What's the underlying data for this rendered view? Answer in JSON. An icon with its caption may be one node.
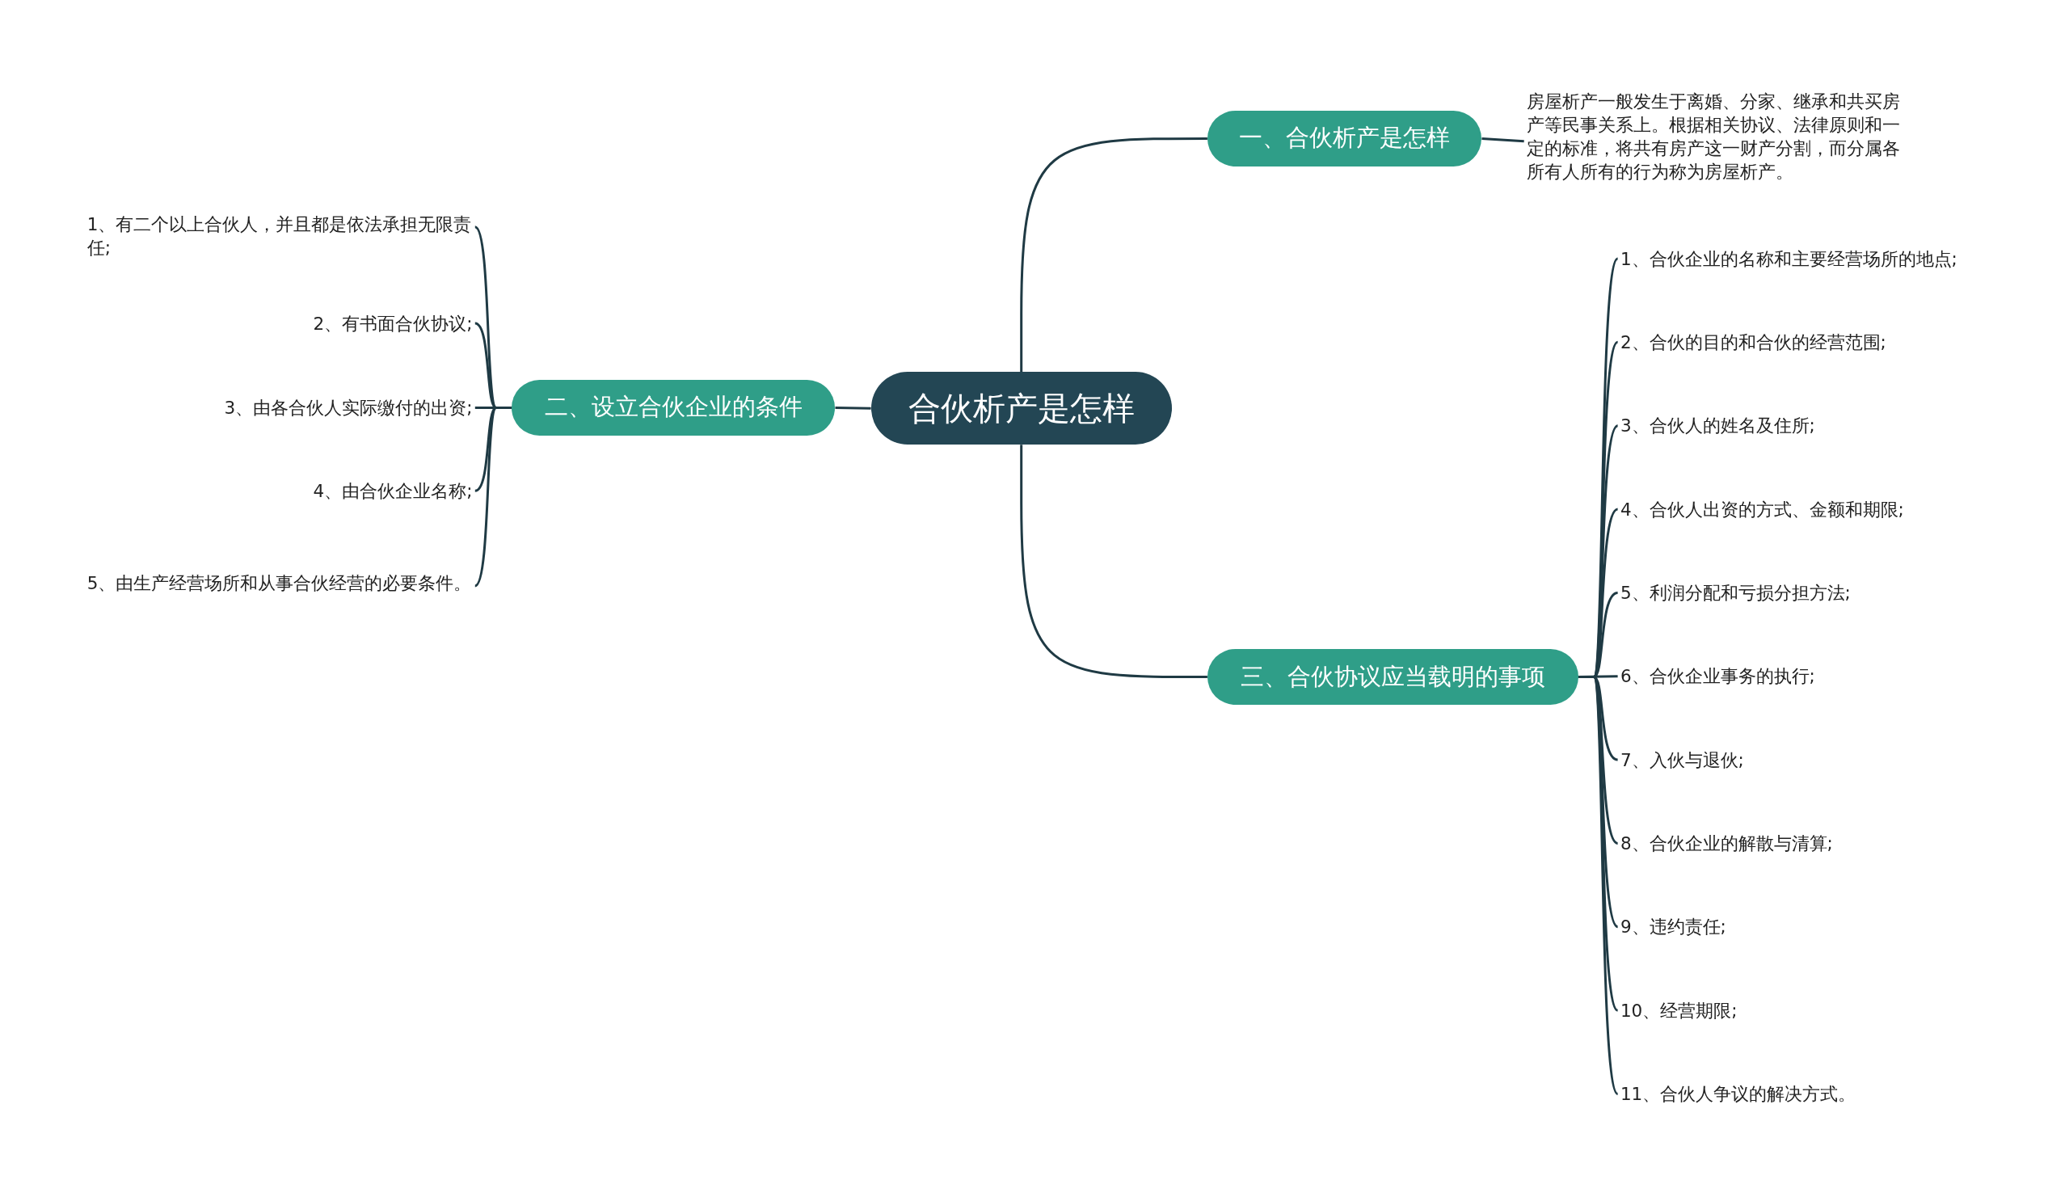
{
  "diagram": {
    "nodes": [
      {
        "text": [
          "合伙析产是怎样"
        ]
      },
      {
        "text": [
          "一、合伙析产是怎样"
        ]
      },
      {
        "text": [
          "房屋析产一般发生于离婚、分家、继承和共买房产等民事关系上。根据相关协议、法律原则和一定的标准，将共有房产这一财产分割，而分属各所有人所有的行为称为房屋析产。"
        ]
      },
      {
        "text": [
          "二、设立合伙企业的条件"
        ]
      },
      {
        "text": [
          "1、有二个以上合伙人，并且都是依法承担无限责任;"
        ]
      },
      {
        "text": [
          "2、有书面合伙协议;"
        ]
      },
      {
        "text": [
          "3、由各合伙人实际缴付的出资;"
        ]
      },
      {
        "text": [
          "4、由合伙企业名称;"
        ]
      },
      {
        "text": [
          "5、由生产经营场所和从事合伙经营的必要条件。"
        ]
      },
      {
        "text": [
          "三、合伙协议应当载明的事项"
        ]
      },
      {
        "text": [
          "1、合伙企业的名称和主要经营场所的地点;"
        ]
      },
      {
        "text": [
          "2、合伙的目的和合伙的经营范围;"
        ]
      },
      {
        "text": [
          "3、合伙人的姓名及住所;"
        ]
      },
      {
        "text": [
          "4、合伙人出资的方式、金额和期限;"
        ]
      },
      {
        "text": [
          "5、利润分配和亏损分担方法;"
        ]
      },
      {
        "text": [
          "6、合伙企业事务的执行;"
        ]
      },
      {
        "text": [
          "7、入伙与退伙;"
        ]
      },
      {
        "text": [
          "8、合伙企业的解散与清算;"
        ]
      },
      {
        "text": [
          "9、违约责任;"
        ]
      },
      {
        "text": [
          "10、经营期限;"
        ]
      },
      {
        "text": [
          "11、合伙人争议的解决方式。"
        ]
      }
    ],
    "edges": [
      {
        "from": 0,
        "to": 1,
        "arrow": "none"
      },
      {
        "from": 1,
        "to": 2,
        "arrow": "none"
      },
      {
        "from": 0,
        "to": 3,
        "arrow": "none"
      },
      {
        "from": 3,
        "to": 4,
        "arrow": "none"
      },
      {
        "from": 3,
        "to": 5,
        "arrow": "none"
      },
      {
        "from": 3,
        "to": 6,
        "arrow": "none"
      },
      {
        "from": 3,
        "to": 7,
        "arrow": "none"
      },
      {
        "from": 3,
        "to": 8,
        "arrow": "none"
      },
      {
        "from": 0,
        "to": 9,
        "arrow": "none"
      },
      {
        "from": 9,
        "to": 10,
        "arrow": "none"
      },
      {
        "from": 9,
        "to": 11,
        "arrow": "none"
      },
      {
        "from": 9,
        "to": 12,
        "arrow": "none"
      },
      {
        "from": 9,
        "to": 13,
        "arrow": "none"
      },
      {
        "from": 9,
        "to": 14,
        "arrow": "none"
      },
      {
        "from": 9,
        "to": 15,
        "arrow": "none"
      },
      {
        "from": 9,
        "to": 16,
        "arrow": "none"
      },
      {
        "from": 9,
        "to": 17,
        "arrow": "none"
      },
      {
        "from": 9,
        "to": 18,
        "arrow": "none"
      },
      {
        "from": 9,
        "to": 19,
        "arrow": "none"
      },
      {
        "from": 9,
        "to": 20,
        "arrow": "none"
      }
    ]
  }
}
